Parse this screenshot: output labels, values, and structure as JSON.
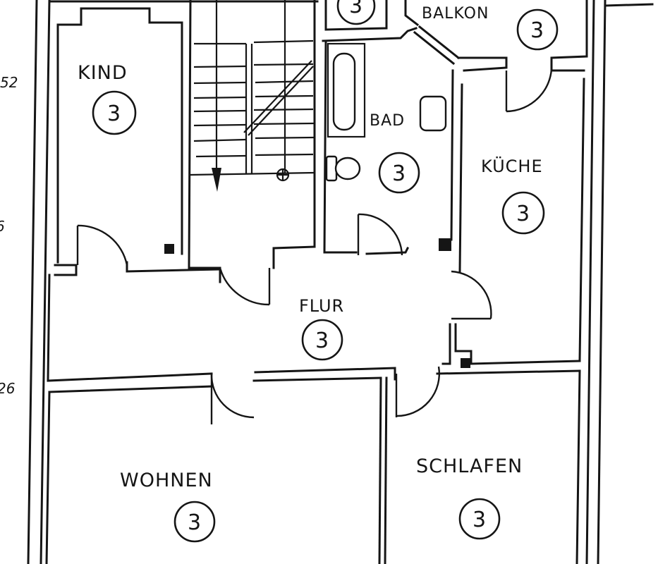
{
  "plan": {
    "title": "Floor plan",
    "ink_color": "#151515",
    "paper_color": "#ffffff",
    "rooms": [
      {
        "id": "kind",
        "label": "KIND",
        "number": "3"
      },
      {
        "id": "bad",
        "label": "BAD",
        "number": "3"
      },
      {
        "id": "balkon",
        "label": "BALKON",
        "number": "3"
      },
      {
        "id": "kueche",
        "label": "KÜCHE",
        "number": "3"
      },
      {
        "id": "flur",
        "label": "FLUR",
        "number": "3"
      },
      {
        "id": "wohnen",
        "label": "WOHNEN",
        "number": "3"
      },
      {
        "id": "schlafen",
        "label": "SCHLAFEN",
        "number": "3"
      }
    ],
    "top_partial_marker": "3",
    "margin_dimensions": [
      "52",
      "6",
      "26"
    ]
  }
}
